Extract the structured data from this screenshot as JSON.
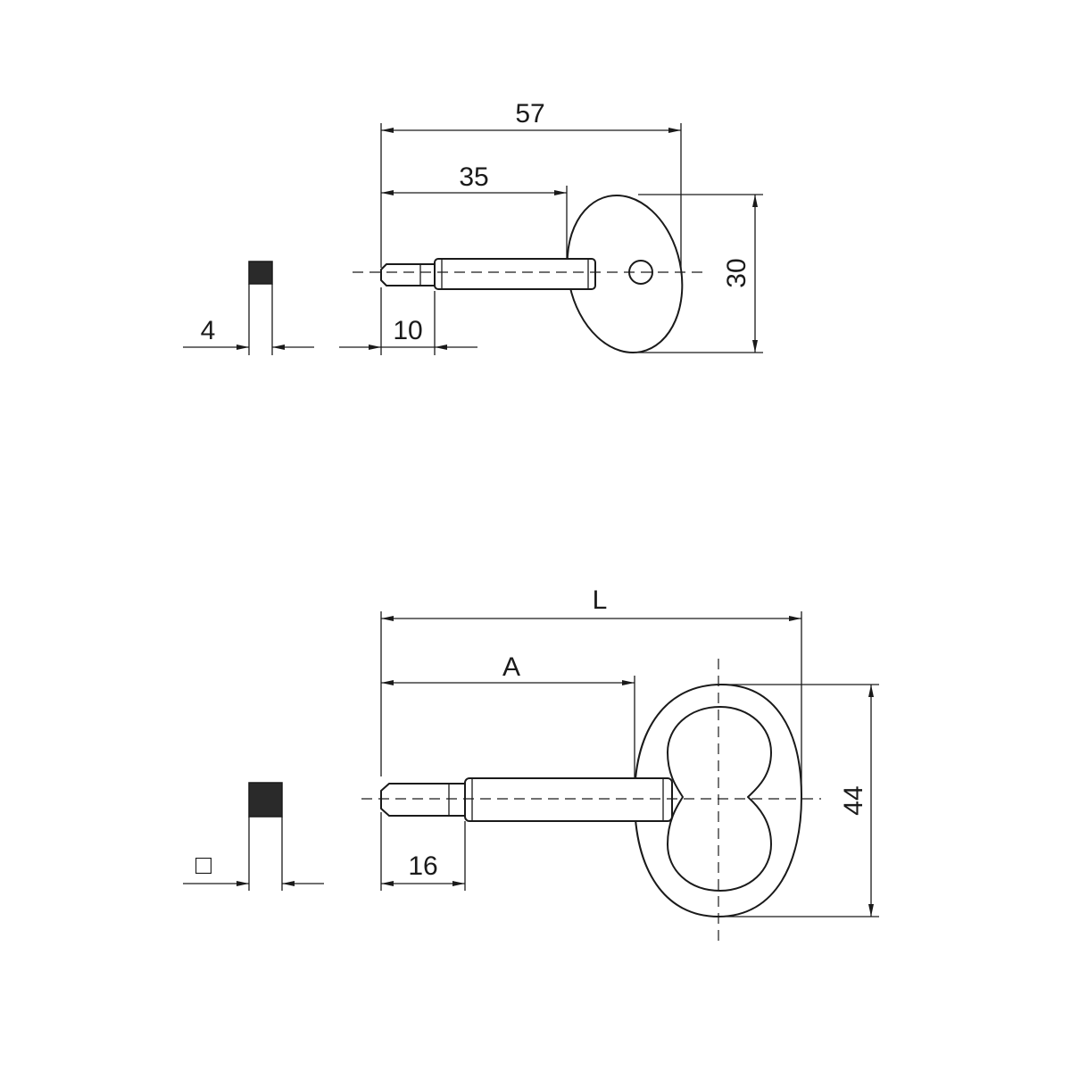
{
  "colors": {
    "line": "#1a1a1a",
    "fill_dark": "#2a2a2a",
    "background": "#ffffff"
  },
  "top_view": {
    "dims": {
      "total_length": "57",
      "shank_length": "35",
      "head_height": "30",
      "tip_length": "10",
      "square_size": "4"
    }
  },
  "bottom_view": {
    "dims": {
      "total_length": "L",
      "shank_length": "A",
      "head_height": "44",
      "tip_length": "16",
      "square_size_symbol": "□"
    }
  }
}
